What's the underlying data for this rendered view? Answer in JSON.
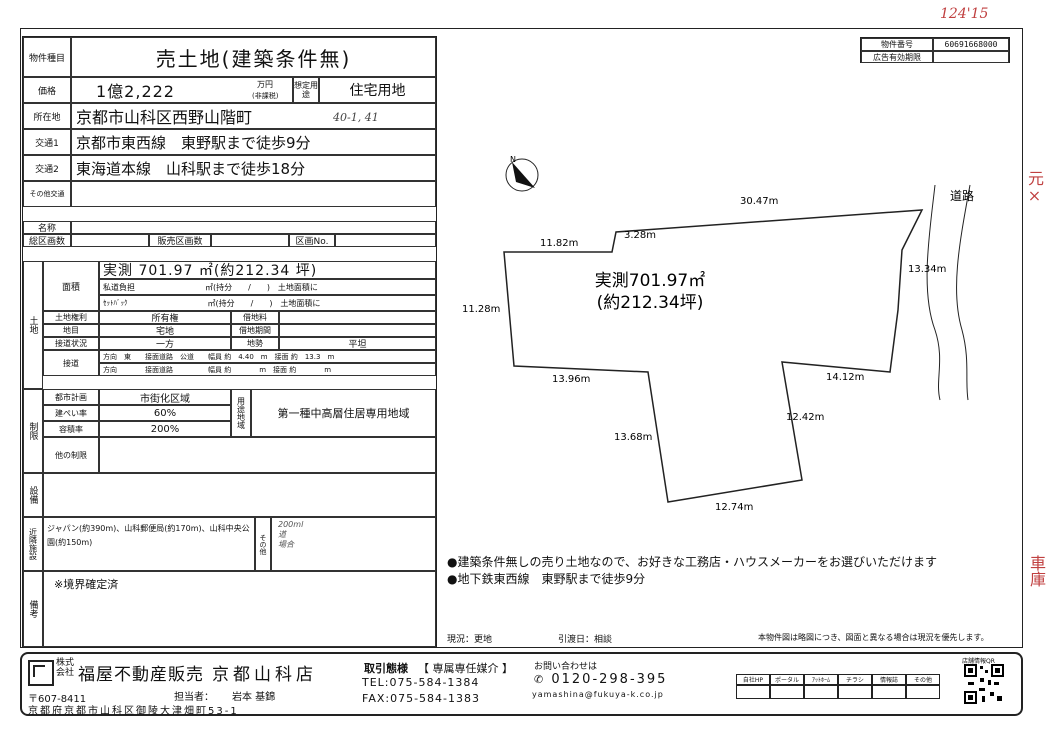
{
  "handwriting": {
    "top_right": "124'15",
    "right_mid": "元×",
    "right_low": "車庫",
    "note1": "200ml",
    "note2": "道",
    "note3": "場合",
    "lot": "40-1, 41"
  },
  "header": {
    "type_label": "物件種目",
    "type_value": "売土地(建築条件無)",
    "price_label": "価格",
    "price_value": "1億2,222",
    "price_unit": "万円",
    "price_tax": "(非課税)",
    "use_label": "想定用途",
    "use_value": "住宅用地",
    "address_label": "所在地",
    "address_value": "京都市山科区西野山階町",
    "access1_label": "交通1",
    "access1_value": "京都市東西線　東野駅まで徒歩9分",
    "access2_label": "交通2",
    "access2_value": "東海道本線　山科駅まで徒歩18分",
    "other_access_label": "その他交通"
  },
  "names": {
    "name_label": "名称",
    "total_lots_label": "総区画数",
    "sale_lots_label": "販売区画数",
    "lot_no_label": "区画No."
  },
  "land": {
    "section_label": "土地",
    "area_label": "面積",
    "area_value": "実測 701.97 ㎡(約212.34 坪)",
    "private_road": "私道負担",
    "private_road_val": "㎡(持分　　/　　)　土地面積に",
    "setback": "ｾｯﾄﾊﾞｯｸ",
    "setback_val": "㎡(持分　　/　　)　土地面積に",
    "rights_label": "土地権利",
    "rights_value": "所有権",
    "lease_label": "借地料",
    "lease_period_label": "借地期間",
    "category_label": "地目",
    "category_value": "宅地",
    "contact_label": "接道状況",
    "contact_value": "一方",
    "terrain_label": "地勢",
    "terrain_value": "平坦",
    "road_label": "接道",
    "road1": "方向　東　　接面道路　公道　　幅員 約　4.40　m　接面 約　13.3　m",
    "road2": "方向　　　　接面道路　　　　　幅員 約　　　　m　接面 約　　　　m"
  },
  "restrict": {
    "section_label": "制限",
    "plan_label": "都市計画",
    "plan_value": "市街化区域",
    "coverage_label": "建ぺい率",
    "coverage_value": "60%",
    "far_label": "容積率",
    "far_value": "200%",
    "zone_label": "用途地域",
    "zone_value": "第一種中高層住居専用地域",
    "other_label": "他の制限"
  },
  "facility": {
    "section_label": "設備"
  },
  "nearby": {
    "section_label": "近隣施設",
    "value": "ジャパン(約390m)、山科郵便局(約170m)、山科中央公園(約150m)",
    "other_label": "その他"
  },
  "remarks": {
    "section_label": "備考",
    "value": "※境界確定済"
  },
  "property": {
    "id_label": "物件番号",
    "id_value": "60691668000",
    "expiry_label": "広告有効期限"
  },
  "map": {
    "north": "N",
    "road": "道路",
    "area_line1": "実測701.97㎡",
    "area_line2": "(約212.34坪)",
    "dims": [
      "30.47m",
      "11.82m",
      "3.28m",
      "13.34m",
      "11.28m",
      "13.96m",
      "14.12m",
      "12.42m",
      "13.68m",
      "12.74m"
    ]
  },
  "notes": {
    "n1": "●建築条件無しの売り土地なので、お好きな工務店・ハウスメーカーをお選びいただけます",
    "n2": "●地下鉄東西線　東野駅まで徒歩9分"
  },
  "status": {
    "current": "現況：更地",
    "handover": "引渡日：相談",
    "disclaimer": "本物件図は略図につき、図面と異なる場合は現況を優先します。"
  },
  "footer": {
    "company": "福屋不動産販売",
    "branch": "京都山科店",
    "company_prefix": "株式会社",
    "deal_label": "取引態様",
    "deal_value": "【 専属専任媒介 】",
    "contact_label": "お問い合わせは",
    "free_dial": "0120-298-395",
    "tel": "TEL:075-584-1384",
    "fax": "FAX:075-584-1383",
    "email": "yamashina@fukuya-k.co.jp",
    "zip": "〒607-8411",
    "address": "京都府京都市山科区御陵大津畑町53-1",
    "staff_label": "担当者：",
    "staff_value": "岩本 基錦",
    "media": [
      "自社HP",
      "ポータル",
      "ｱｯﾄﾎｰﾑ",
      "チラシ",
      "情報誌",
      "その他"
    ],
    "qr_label": "店舗情報QR"
  }
}
